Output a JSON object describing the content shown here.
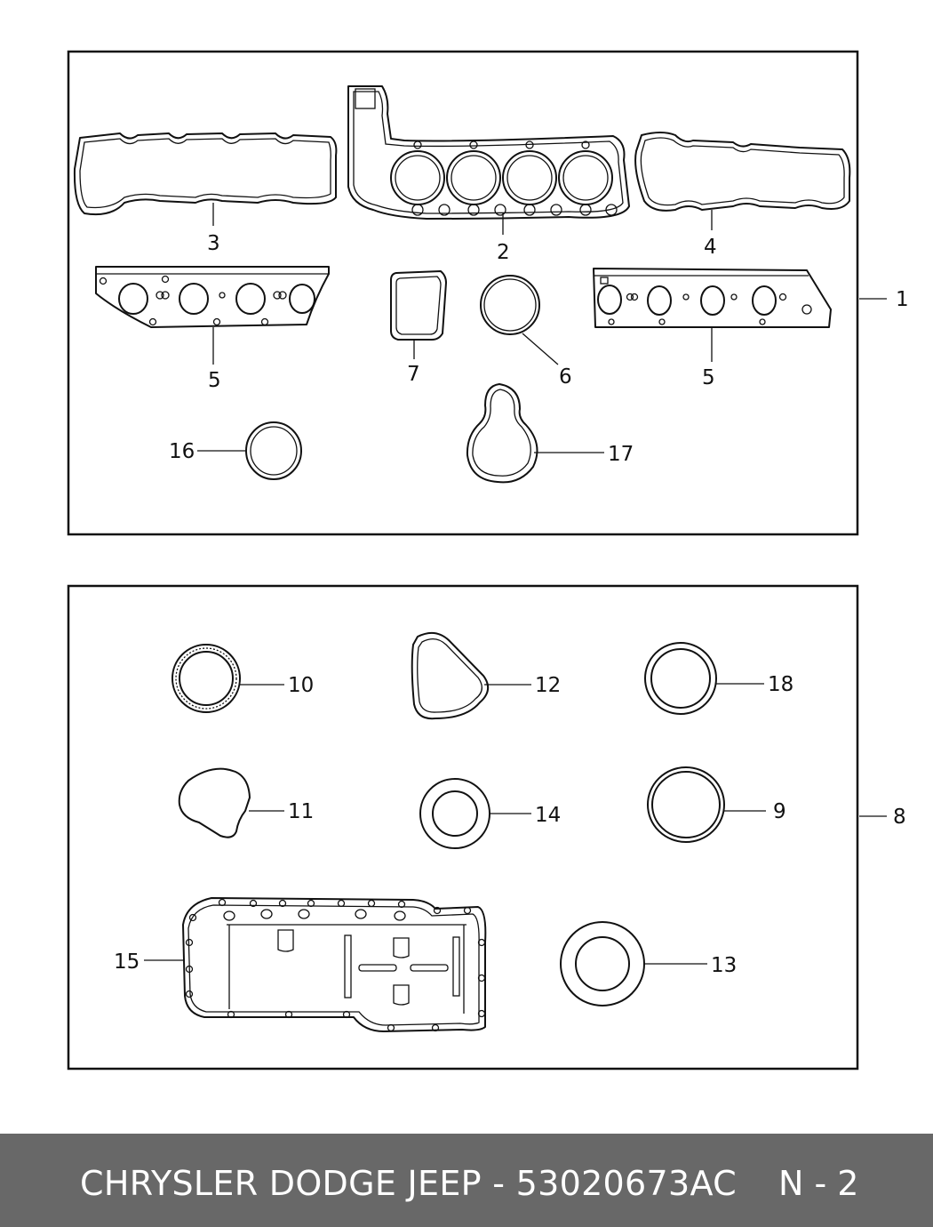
{
  "callouts": {
    "c1": "1",
    "c2": "2",
    "c3": "3",
    "c4": "4",
    "c5a": "5",
    "c5b": "5",
    "c6": "6",
    "c7": "7",
    "c8": "8",
    "c9": "9",
    "c10": "10",
    "c11": "11",
    "c12": "12",
    "c13": "13",
    "c14": "14",
    "c15": "15",
    "c16": "16",
    "c17": "17",
    "c18": "18"
  },
  "footer": {
    "title": "CHRYSLER DODGE JEEP - 53020673AC",
    "page": "N - 2"
  }
}
